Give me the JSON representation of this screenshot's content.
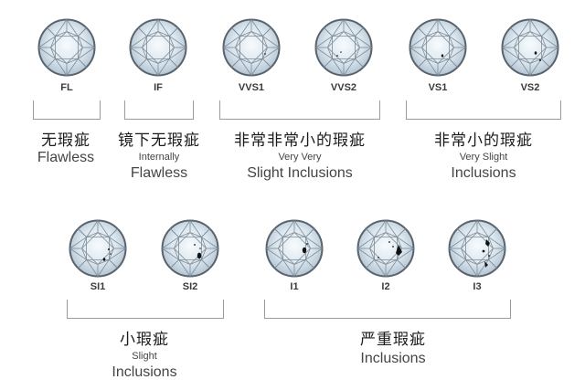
{
  "grades_top": [
    "FL",
    "IF",
    "VVS1",
    "VVS2",
    "VS1",
    "VS2"
  ],
  "grades_bottom": [
    "SI1",
    "SI2",
    "I1",
    "I2",
    "I3"
  ],
  "groups": {
    "fl": {
      "cn": "无瑕疵",
      "en_main": "Flawless"
    },
    "if": {
      "cn": "镜下无瑕疵",
      "en_sub": "Internally",
      "en_main": "Flawless"
    },
    "vvs": {
      "cn": "非常非常小的瑕疵",
      "en_sub": "Very Very",
      "en_main": "Slight Inclusions"
    },
    "vs": {
      "cn": "非常小的瑕疵",
      "en_sub": "Very Slight",
      "en_main": "Inclusions"
    },
    "si": {
      "cn": "小瑕疵",
      "en_sub": "Slight",
      "en_main": "Inclusions"
    },
    "i": {
      "cn": "严重瑕疵",
      "en_main": "Inclusions"
    }
  },
  "colors": {
    "gem_fill": "#dde6ee",
    "gem_line": "#6f7f8c",
    "bracket": "#9a9a9a"
  }
}
